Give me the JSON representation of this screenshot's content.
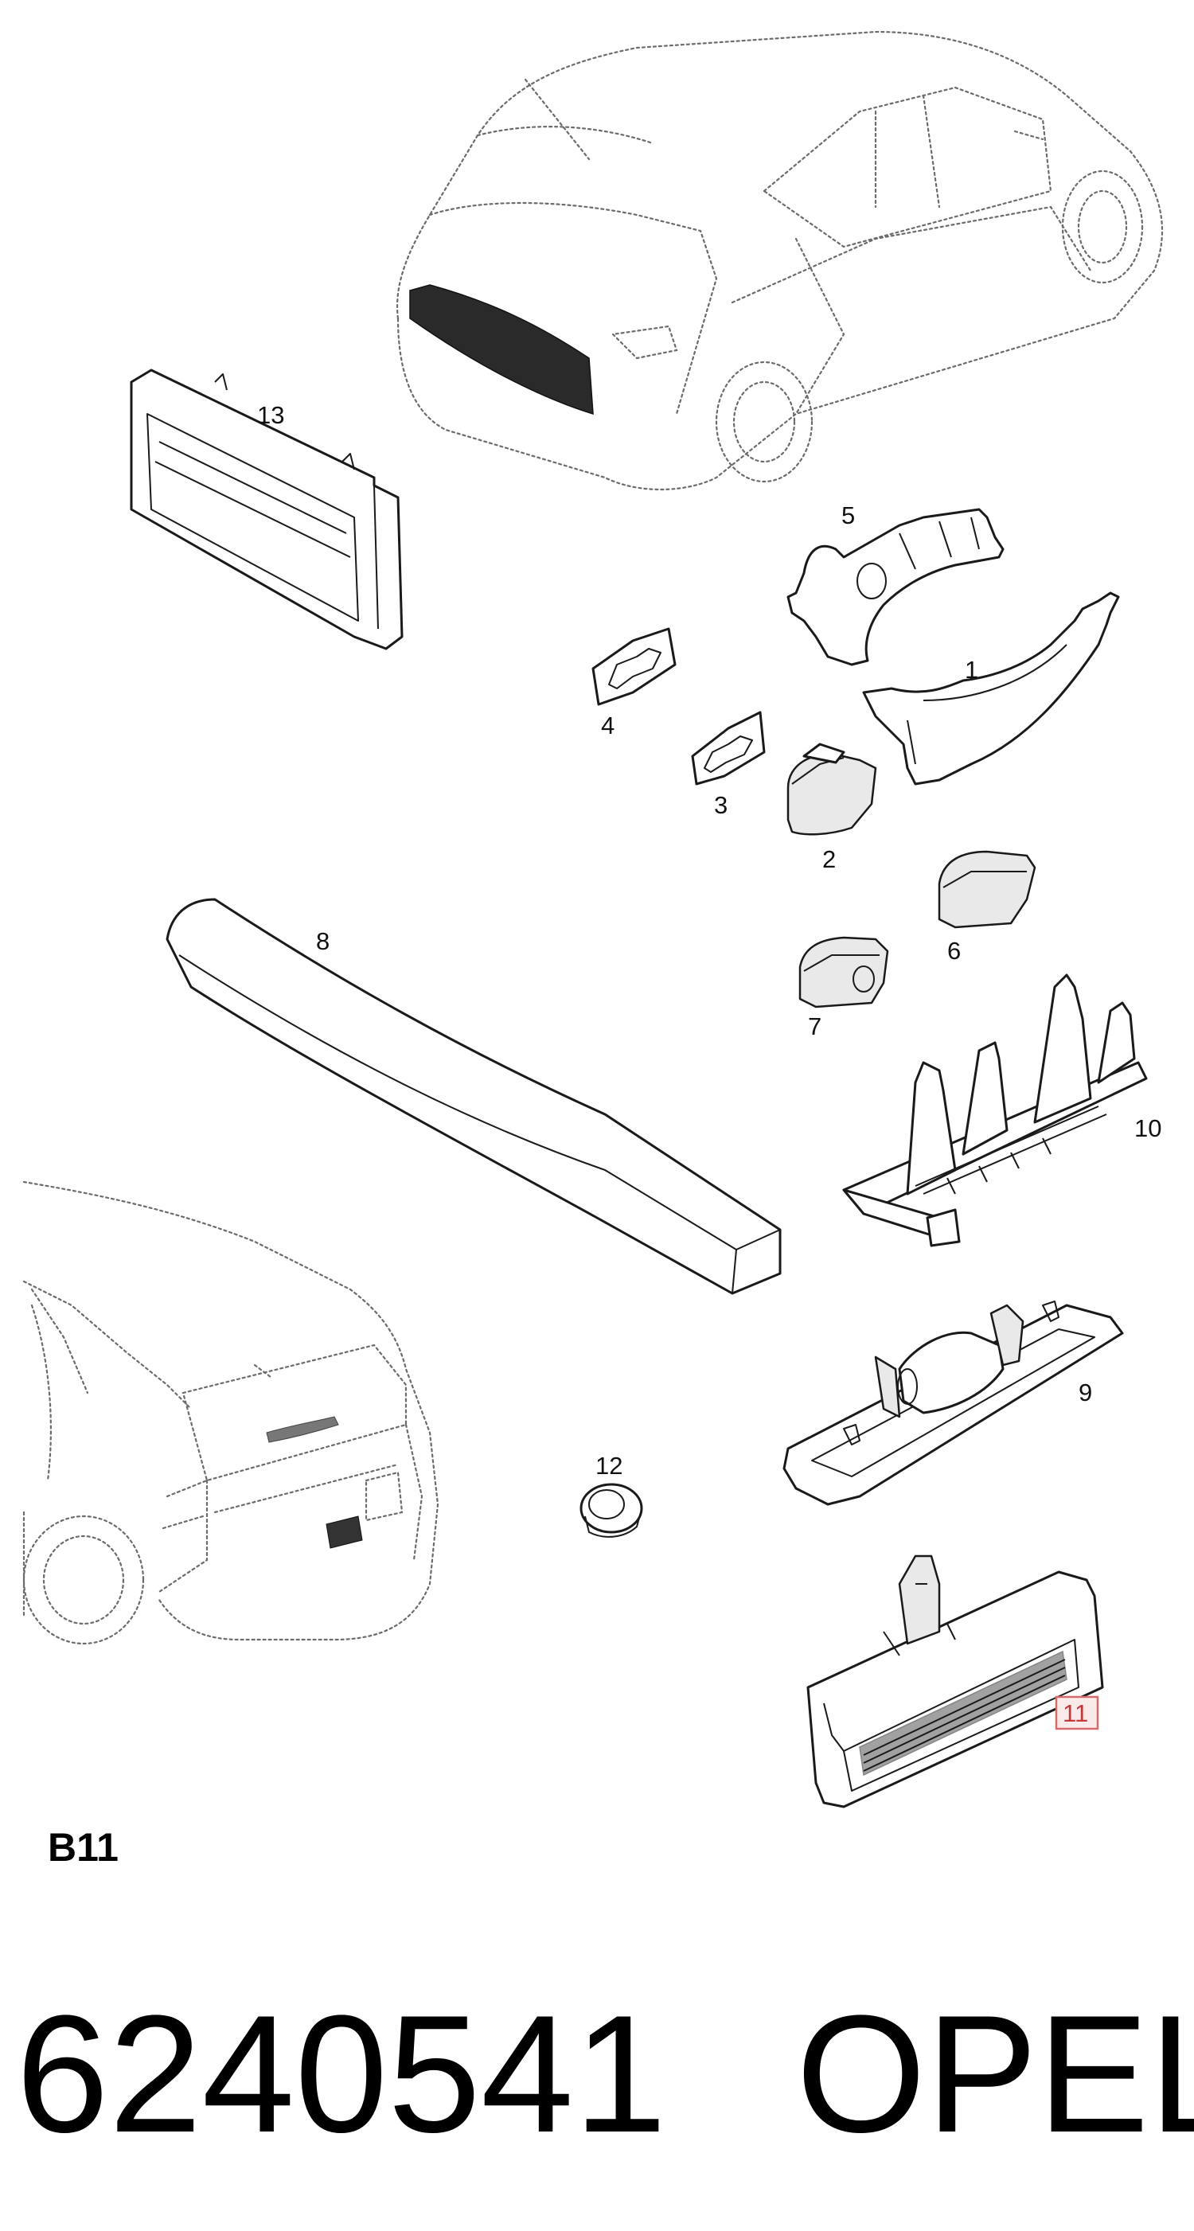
{
  "callouts": [
    {
      "id": "1",
      "label": "1"
    },
    {
      "id": "2",
      "label": "2"
    },
    {
      "id": "3",
      "label": "3"
    },
    {
      "id": "4",
      "label": "4"
    },
    {
      "id": "5",
      "label": "5"
    },
    {
      "id": "6",
      "label": "6"
    },
    {
      "id": "7",
      "label": "7"
    },
    {
      "id": "8",
      "label": "8"
    },
    {
      "id": "9",
      "label": "9"
    },
    {
      "id": "10",
      "label": "10"
    },
    {
      "id": "11",
      "label": "11"
    },
    {
      "id": "12",
      "label": "12"
    },
    {
      "id": "13",
      "label": "13"
    }
  ],
  "highlighted_callout": "11",
  "section_code": "B11",
  "part_number": "6240541",
  "brand": "OPEL",
  "colors": {
    "highlight_border": "#d46a6a",
    "highlight_fill": "#fbeaea",
    "highlight_text": "#c43a3a",
    "line": "#1a1a1a"
  }
}
